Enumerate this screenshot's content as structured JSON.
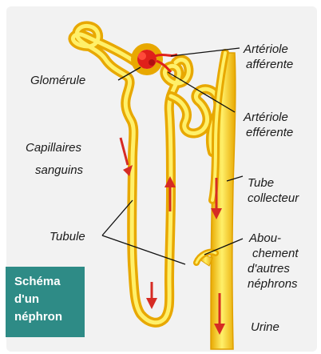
{
  "labels": {
    "glomerule": "Glomérule",
    "capillaires_1": "Capillaires",
    "capillaires_2": "sanguins",
    "tubule": "Tubule",
    "arteriole_aff_1": "Artériole",
    "arteriole_aff_2": "afférente",
    "arteriole_eff_1": "Artériole",
    "arteriole_eff_2": "efférente",
    "tube_1": "Tube",
    "tube_2": "collecteur",
    "abou_1": "Abou-",
    "abou_2": "chement",
    "abou_3": "d'autres",
    "abou_4": "néphrons",
    "urine": "Urine"
  },
  "badge": {
    "line1": "Schéma",
    "line2": "d'un",
    "line3": "néphron"
  },
  "colors": {
    "tubule": "#f5c400",
    "tubule_light": "#fff06a",
    "blood": "#e0201a",
    "arrow": "#d62b24",
    "badge_bg": "#2e8b86"
  }
}
